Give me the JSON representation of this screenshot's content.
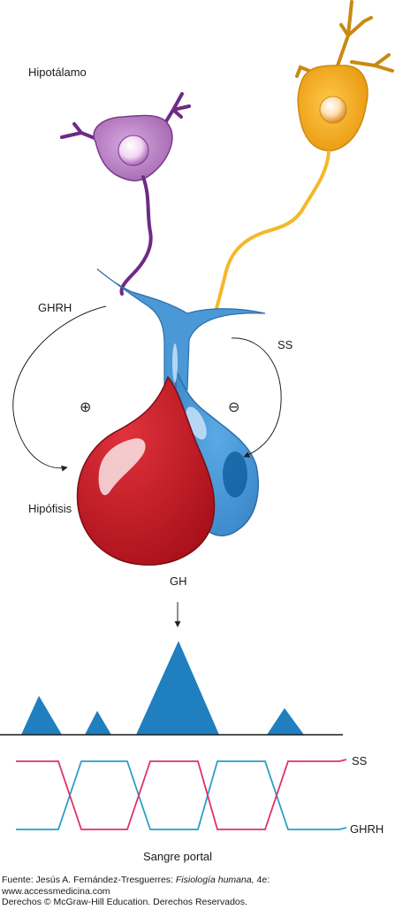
{
  "labels": {
    "hipotalamo": "Hipotálamo",
    "ghrh_top": "GHRH",
    "ss_top": "SS",
    "plus": "⊕",
    "minus": "⊖",
    "hipofisis": "Hipófisis",
    "gh": "GH",
    "ss_wave": "SS",
    "ghrh_wave": "GHRH",
    "sangre_portal": "Sangre portal"
  },
  "credit": {
    "prefix": "Fuente: Jesús A. Fernández-Tresguerres: ",
    "book": "Fisiología humana,",
    "edition": " 4e:",
    "url": "www.accessmedicina.com",
    "rights": "Derechos © McGraw-Hill Education. Derechos Reservados."
  },
  "colors": {
    "ghrh_neuron": "#b57cc0",
    "ghrh_axon": "#6e2a86",
    "ss_neuron": "#f2a820",
    "ss_axon": "#f5b82a",
    "portal_vessel": "#4a98d6",
    "somatotroph": "#c31621",
    "gh_pulse": "#1f7fbf",
    "ss_wave": "#e0306a",
    "ghrh_wave": "#2a9fc8"
  }
}
